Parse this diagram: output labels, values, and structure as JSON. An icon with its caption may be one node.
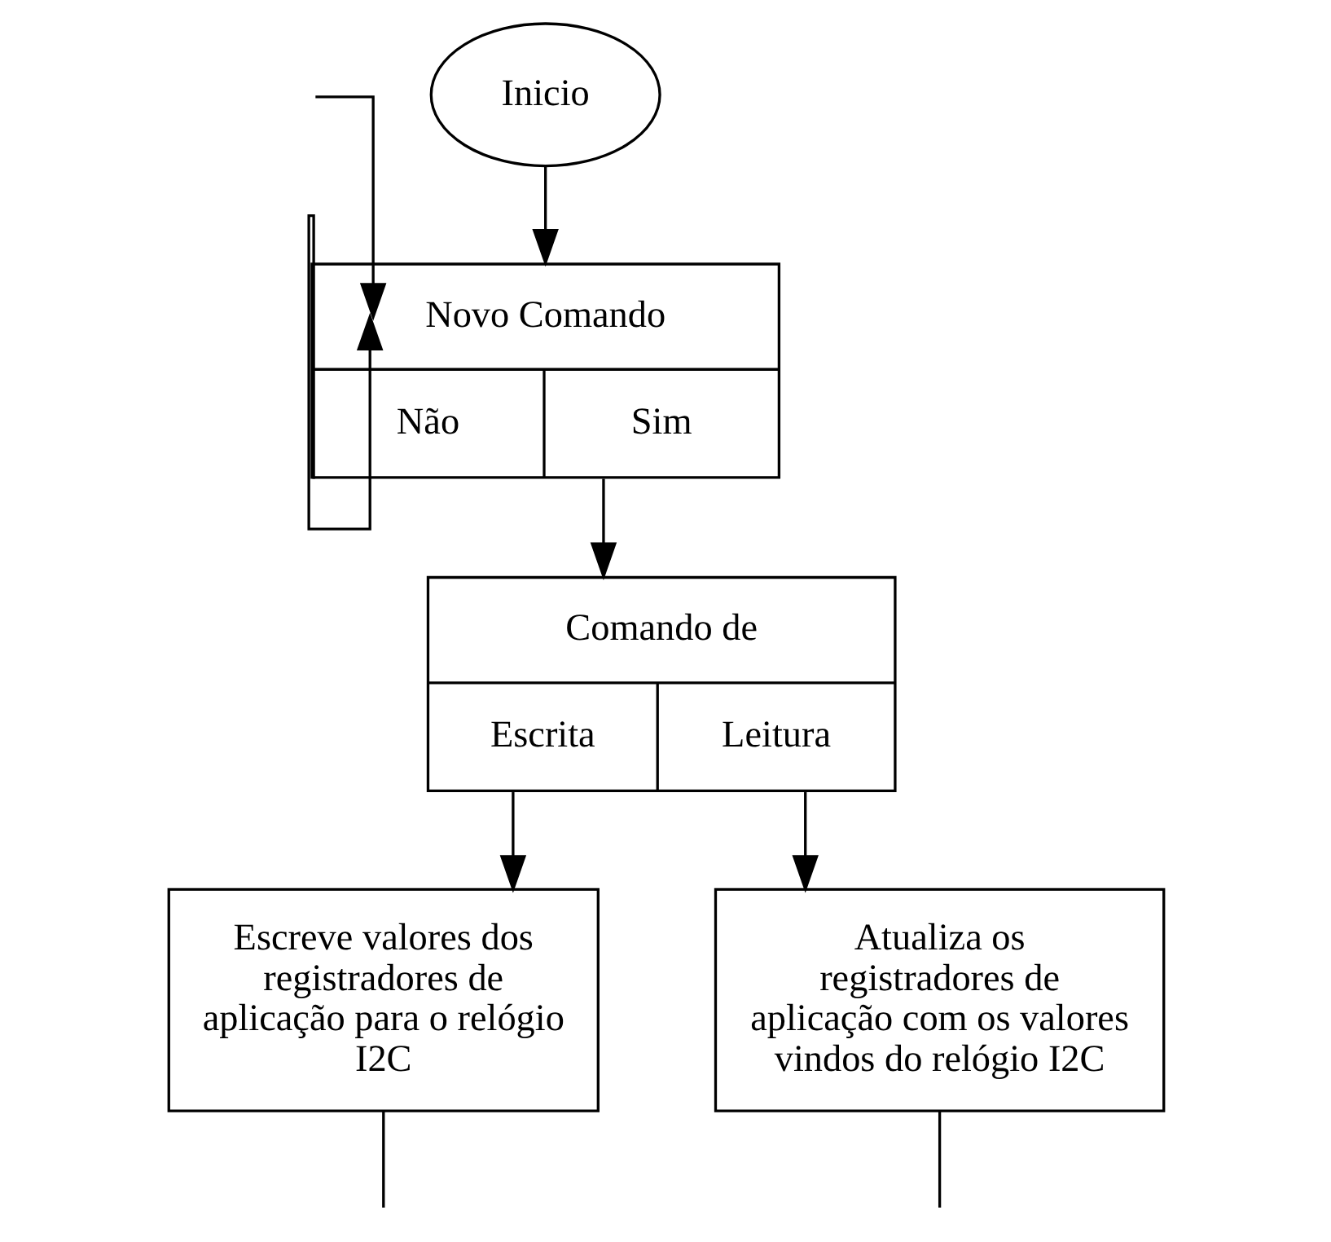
{
  "diagram": {
    "nodes": [
      {
        "text": [
          "Inicio"
        ]
      },
      {
        "text": [
          "Novo Comando",
          "Não",
          "Sim"
        ]
      },
      {
        "text": [
          "Comando de",
          "Escrita",
          "Leitura"
        ]
      },
      {
        "text": [
          "Escreve valores dos registradores de aplicação para o relógio I2C"
        ]
      },
      {
        "text": [
          "Atualiza os registradores de aplicação com os valores vindos do relógio I2C"
        ]
      }
    ],
    "edges": [
      {
        "from": 0,
        "to": 1,
        "arrow": "to"
      },
      {
        "from": 1,
        "to": 1,
        "arrow": "to"
      },
      {
        "from": 1,
        "to": 2,
        "arrow": "to"
      },
      {
        "from": 2,
        "to": 3,
        "arrow": "to"
      },
      {
        "from": 2,
        "to": 4,
        "arrow": "to"
      },
      {
        "from": 3,
        "to": null,
        "arrow": "none"
      },
      {
        "from": 4,
        "to": null,
        "arrow": "none"
      },
      {
        "from": null,
        "to": 1,
        "arrow": "to"
      }
    ]
  }
}
